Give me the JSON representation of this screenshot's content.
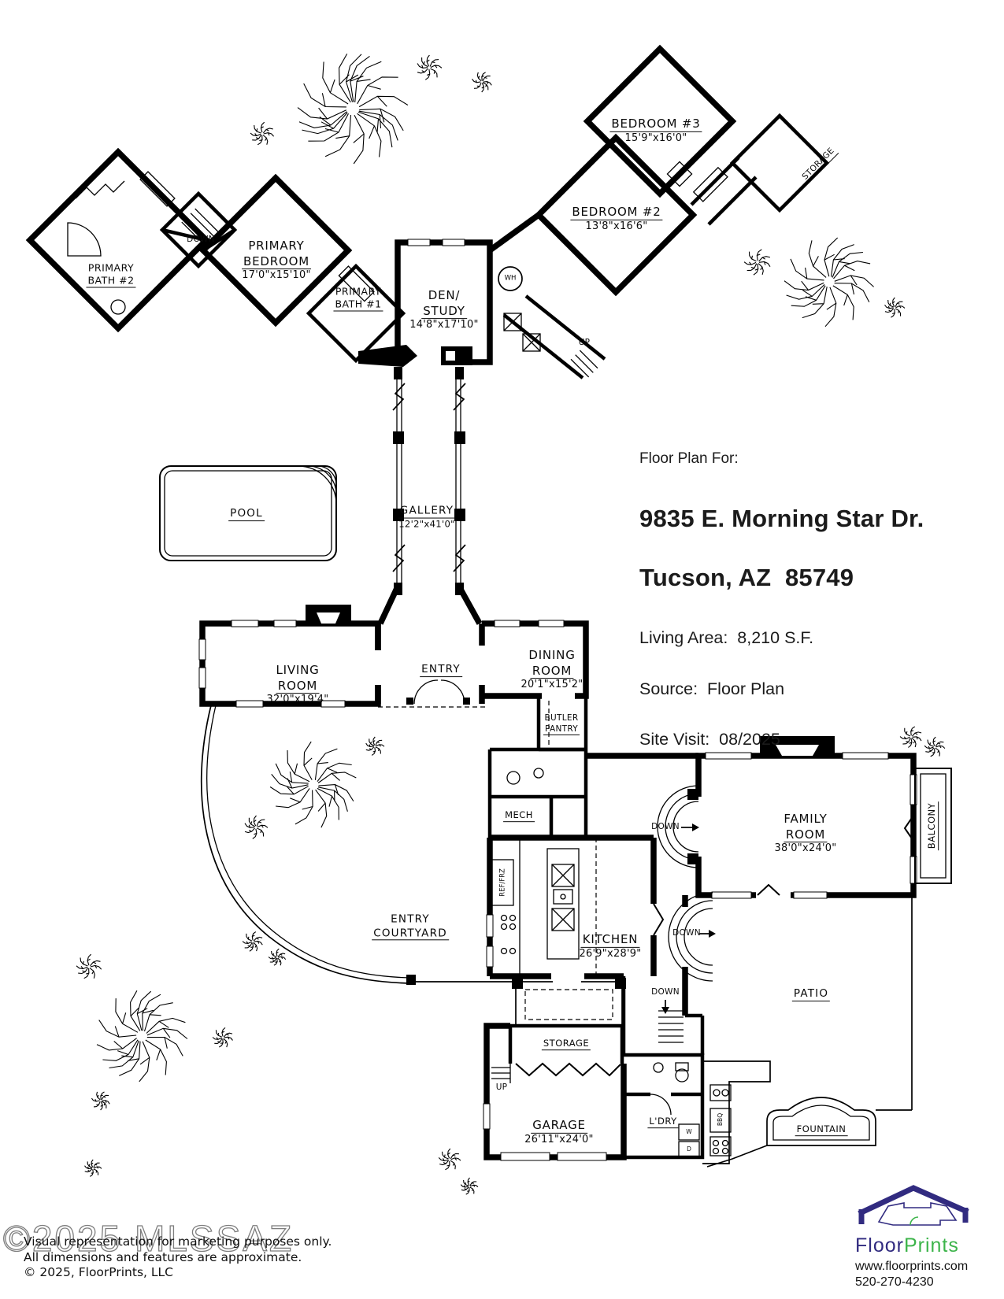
{
  "title_block": {
    "intro": "Floor Plan For:",
    "address_line_1": "9835 E. Morning Star Dr.",
    "address_line_2": "Tucson, AZ  85749",
    "living_area": "Living Area:  8,210 S.F.",
    "source": "Source:  Floor Plan",
    "site_visit": "Site Visit:  08/2025"
  },
  "rooms": {
    "primary_bath_2": {
      "line1": "PRIMARY",
      "line2": "BATH #2"
    },
    "primary_bedroom": {
      "line1": "PRIMARY",
      "line2": "BEDROOM",
      "dims": "17'0\"x15'10\""
    },
    "primary_bath_1": {
      "line1": "PRIMARY",
      "line2": "BATH #1"
    },
    "den_study": {
      "line1": "DEN/",
      "line2": "STUDY",
      "dims": "14'8\"x17'10\""
    },
    "bedroom_2": {
      "name": "BEDROOM #2",
      "dims": "13'8\"x16'6\""
    },
    "bedroom_3": {
      "name": "BEDROOM #3",
      "dims": "15'9\"x16'0\""
    },
    "storage_upper": {
      "name": "STORAGE"
    },
    "gallery": {
      "name": "GALLERY",
      "dims": "12'2\"x41'0\""
    },
    "pool": {
      "name": "POOL"
    },
    "living_room": {
      "line1": "LIVING",
      "line2": "ROOM",
      "dims": "32'0\"x19'4\""
    },
    "entry": {
      "name": "ENTRY"
    },
    "dining_room": {
      "line1": "DINING",
      "line2": "ROOM",
      "dims": "20'1\"x15'2\""
    },
    "butler_pantry": {
      "line1": "BUTLER",
      "line2": "PANTRY"
    },
    "mech": {
      "name": "MECH"
    },
    "family_room": {
      "line1": "FAMILY",
      "line2": "ROOM",
      "dims": "38'0\"x24'0\""
    },
    "balcony": {
      "name": "BALCONY"
    },
    "entry_courtyard": {
      "line1": "ENTRY",
      "line2": "COURTYARD"
    },
    "kitchen": {
      "name": "KITCHEN",
      "dims": "26'9\"x28'9\""
    },
    "patio": {
      "name": "PATIO"
    },
    "storage_garage": {
      "name": "STORAGE"
    },
    "garage": {
      "name": "GARAGE",
      "dims": "26'11\"x24'0\""
    },
    "laundry": {
      "name": "L'DRY"
    },
    "fountain": {
      "name": "FOUNTAIN"
    }
  },
  "annotations": {
    "down": "DOWN",
    "up": "UP",
    "water_heater": "WH",
    "fridge": "REF/FRZ",
    "bbq": "BBQ",
    "washer": "W",
    "dryer": "D"
  },
  "watermark": "©2025 MLSSAZ",
  "footer": {
    "line1": "Visual representation for marketing purposes only.",
    "line2": "All dimensions and features are approximate.",
    "line3": "© 2025, FloorPrints, LLC"
  },
  "logo": {
    "brand_floor": "Floor",
    "brand_prints": "Prints",
    "website": "www.floorprints.com",
    "phone": "520-270-4230",
    "navy": "#312b80",
    "green": "#3cb44a"
  }
}
